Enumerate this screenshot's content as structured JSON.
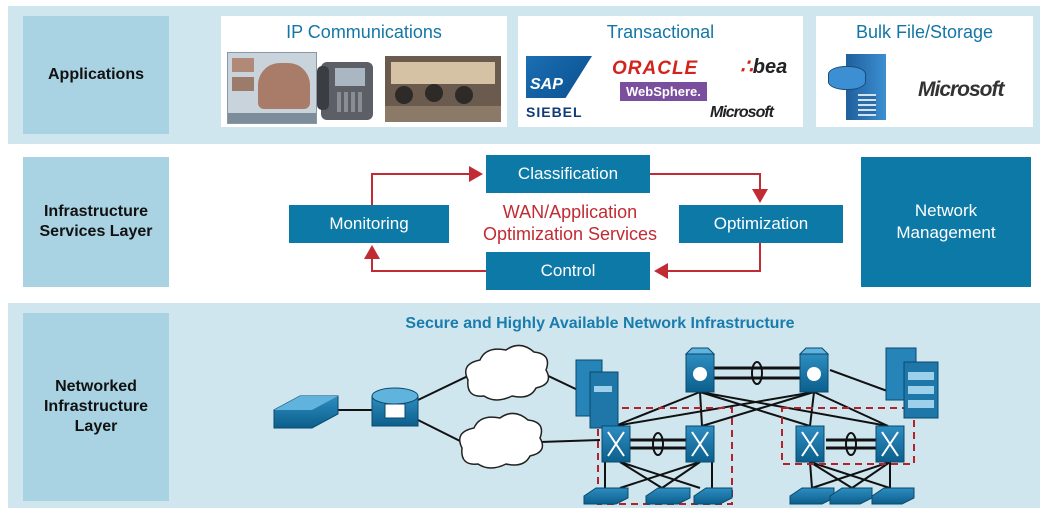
{
  "applications": {
    "label": "Applications",
    "ip_title": "IP Communications",
    "trans_title": "Transactional",
    "bulk_title": "Bulk File/Storage",
    "logos": {
      "sap": "SAP",
      "oracle": "ORACLE",
      "bea": "bea",
      "websphere": "WebSphere.",
      "siebel": "SIEBEL",
      "microsoft": "Microsoft"
    }
  },
  "services": {
    "label": "Infrastructure Services Layer",
    "classification": "Classification",
    "monitoring": "Monitoring",
    "optimization": "Optimization",
    "control": "Control",
    "center_line1": "WAN/Application",
    "center_line2": "Optimization Services",
    "network_management": "Network Management"
  },
  "infrastructure": {
    "label": "Networked Infrastructure Layer",
    "title": "Secure and Highly Available Network Infrastructure"
  },
  "colors": {
    "band": "#cfe6ef",
    "label_bg": "#a9d3e2",
    "box": "#0c79a7",
    "arrow": "#c12b33",
    "title_blue": "#1476a6"
  }
}
